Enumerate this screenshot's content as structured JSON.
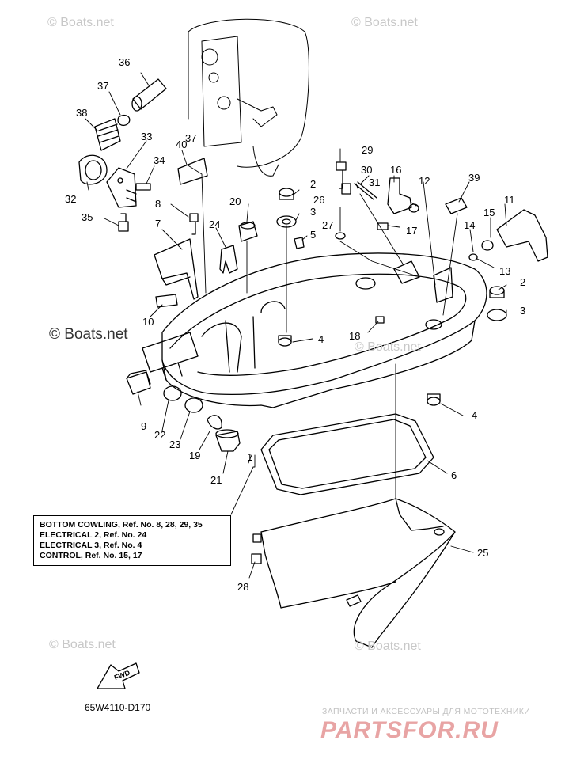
{
  "labels": {
    "l1": "1",
    "l2a": "2",
    "l2b": "2",
    "l3a": "3",
    "l3b": "3",
    "l4a": "4",
    "l4b": "4",
    "l5": "5",
    "l6": "6",
    "l7": "7",
    "l8": "8",
    "l9": "9",
    "l10": "10",
    "l11": "11",
    "l12": "12",
    "l13": "13",
    "l14": "14",
    "l15": "15",
    "l16": "16",
    "l17": "17",
    "l18": "18",
    "l19": "19",
    "l20": "20",
    "l21": "21",
    "l22": "22",
    "l23": "23",
    "l24": "24",
    "l25": "25",
    "l26": "26",
    "l27": "27",
    "l28": "28",
    "l29": "29",
    "l30": "30",
    "l31": "31",
    "l32": "32",
    "l33": "33",
    "l34": "34",
    "l35": "35",
    "l36": "36",
    "l37a": "37",
    "l37b": "37",
    "l38": "38",
    "l39": "39",
    "l40": "40"
  },
  "legend": {
    "line1": "BOTTOM COWLING,  Ref. No. 8, 28, 29, 35",
    "line2": "ELECTRICAL 2,  Ref. No. 24",
    "line3": "ELECTRICAL 3,  Ref. No. 4",
    "line4": "CONTROL,  Ref. No. 15, 17"
  },
  "fwd_label": "FWD",
  "diagram_code": "65W4110-D170",
  "watermark": "Boats.net",
  "watermark_symbol": "©",
  "brand_tagline": "ЗАПЧАСТИ И АКСЕССУАРЫ ДЛЯ МОТОТЕХНИКИ",
  "brand_name": "PARTSFOR.RU"
}
